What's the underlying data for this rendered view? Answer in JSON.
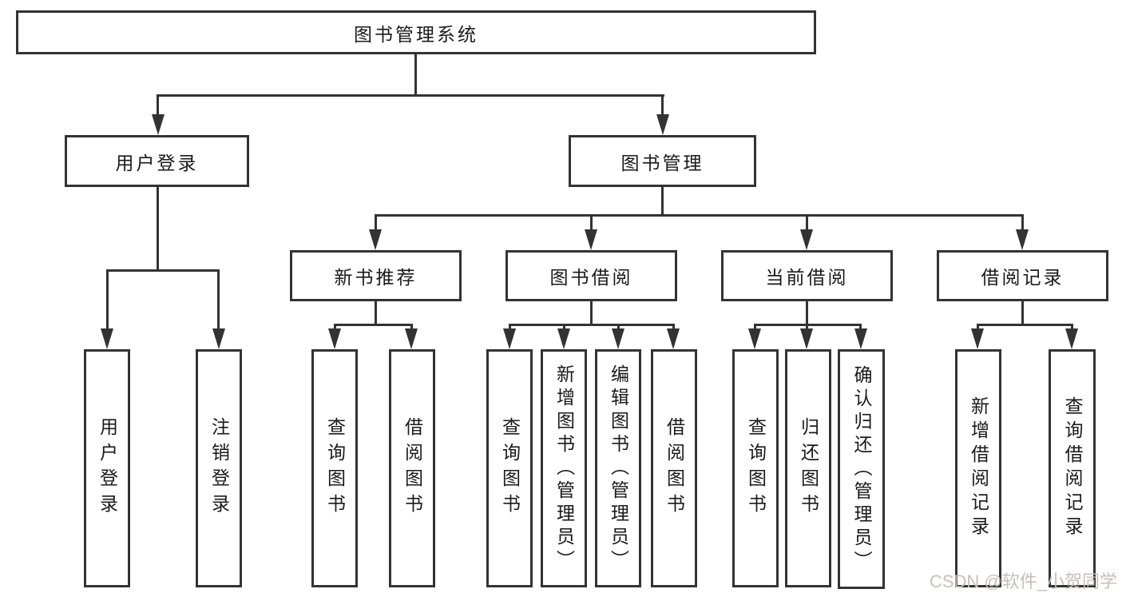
{
  "tree": {
    "root": {
      "label": "图书管理系统",
      "children": [
        {
          "label": "用户登录",
          "children": [
            {
              "label": "用户登录"
            },
            {
              "label": "注销登录"
            }
          ]
        },
        {
          "label": "图书管理",
          "children": [
            {
              "label": "新书推荐",
              "children": [
                {
                  "label": "查询图书"
                },
                {
                  "label": "借阅图书"
                }
              ]
            },
            {
              "label": "图书借阅",
              "children": [
                {
                  "label": "查询图书"
                },
                {
                  "label": "新增图书（管理员）"
                },
                {
                  "label": "编辑图书（管理员）"
                },
                {
                  "label": "借阅图书"
                }
              ]
            },
            {
              "label": "当前借阅",
              "children": [
                {
                  "label": "查询图书"
                },
                {
                  "label": "归还图书"
                },
                {
                  "label": "确认归还（管理员）"
                }
              ]
            },
            {
              "label": "借阅记录",
              "children": [
                {
                  "label": "新增借阅记录"
                },
                {
                  "label": "查询借阅记录"
                }
              ]
            }
          ]
        }
      ]
    }
  },
  "watermark": {
    "text": "CSDN @软件_小贺同学"
  },
  "colors": {
    "line": "#333333",
    "text": "#1a1a1a",
    "background": "#ffffff",
    "watermark-color": "#c9bdbd"
  }
}
